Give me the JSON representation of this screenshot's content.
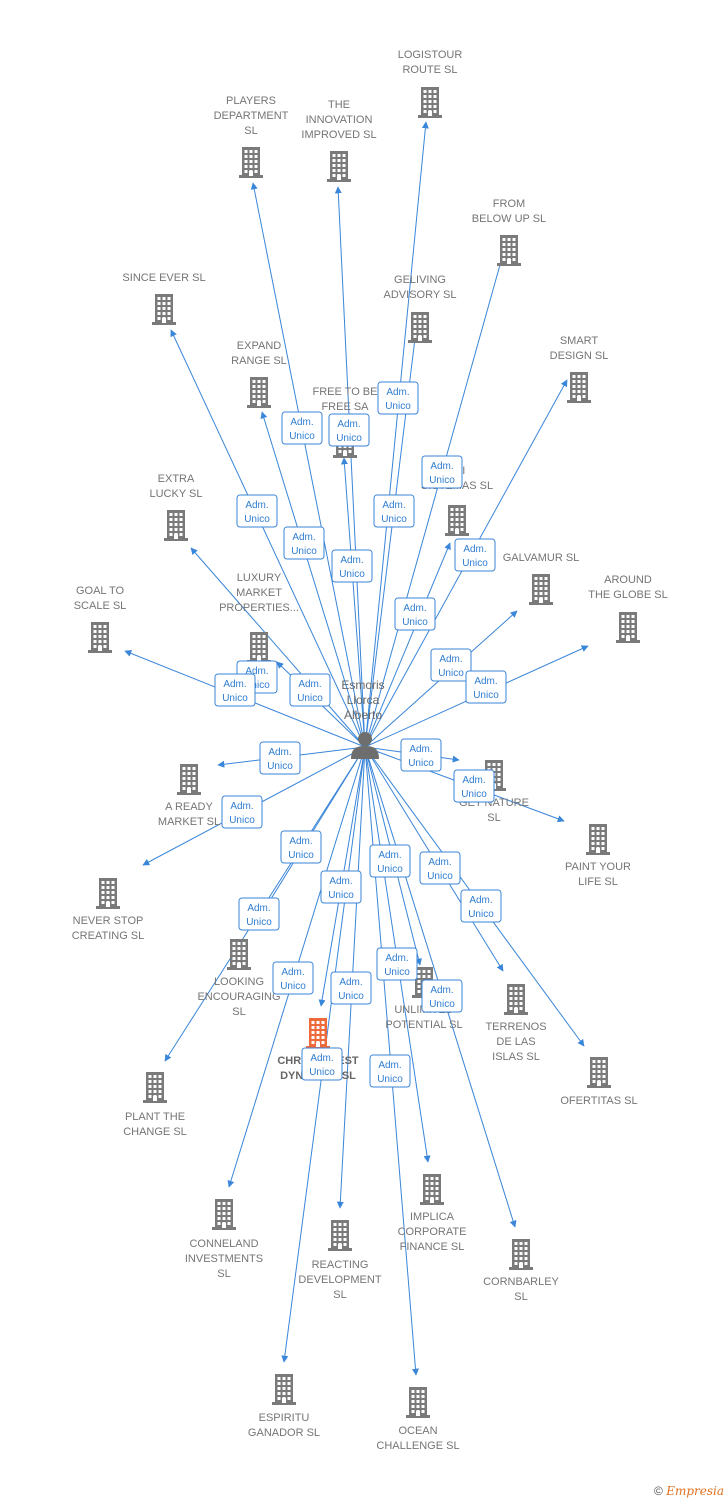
{
  "center": {
    "name": [
      "Esmoris",
      "Llorca",
      "Alberto"
    ],
    "icon": "person-icon"
  },
  "colors": {
    "edge": "#3a86d8",
    "building": "#7a7a7a",
    "highlight": "#ef6a3a",
    "badge_border": "#3a86d8",
    "badge_text": "#2f7dd1"
  },
  "badge": [
    "Adm.",
    "Unico"
  ],
  "companies": [
    {
      "id": "logistour",
      "label": [
        "LOGISTOUR",
        "ROUTE  SL"
      ]
    },
    {
      "id": "players",
      "label": [
        "PLAYERS",
        "DEPARTMENT",
        "SL"
      ]
    },
    {
      "id": "innovation",
      "label": [
        "THE",
        "INNOVATION",
        "IMPROVED  SL"
      ]
    },
    {
      "id": "frombelow",
      "label": [
        "FROM",
        "BELOW UP  SL"
      ]
    },
    {
      "id": "sinceever",
      "label": [
        "SINCE EVER  SL"
      ]
    },
    {
      "id": "geliving",
      "label": [
        "GELIVING",
        "ADVISORY  SL"
      ]
    },
    {
      "id": "smart",
      "label": [
        "SMART",
        "DESIGN  SL"
      ]
    },
    {
      "id": "expand",
      "label": [
        "EXPAND",
        "RANGE  SL"
      ]
    },
    {
      "id": "freetobe",
      "label": [
        "FREE TO BE",
        "FREE SA"
      ]
    },
    {
      "id": "lei",
      "label": [
        "LEI",
        "SISTEMAS  SL"
      ]
    },
    {
      "id": "extra",
      "label": [
        "EXTRA",
        "LUCKY  SL"
      ]
    },
    {
      "id": "galvamur",
      "label": [
        "GALVAMUR  SL"
      ]
    },
    {
      "id": "around",
      "label": [
        "AROUND",
        "THE GLOBE  SL"
      ]
    },
    {
      "id": "luxury",
      "label": [
        "LUXURY",
        "MARKET",
        "PROPERTIES..."
      ]
    },
    {
      "id": "goal",
      "label": [
        "GOAL TO",
        "SCALE  SL"
      ]
    },
    {
      "id": "aready",
      "label": [
        "A READY",
        "MARKET  SL"
      ]
    },
    {
      "id": "getnature",
      "label": [
        "GET NATURE",
        "SL"
      ]
    },
    {
      "id": "paint",
      "label": [
        "PAINT YOUR",
        "LIFE  SL"
      ]
    },
    {
      "id": "neverstop",
      "label": [
        "NEVER STOP",
        "CREATING  SL"
      ]
    },
    {
      "id": "looking",
      "label": [
        "LOOKING",
        "ENCOURAGING",
        "SL"
      ]
    },
    {
      "id": "unlimited",
      "label": [
        "UNLIMITED",
        "POTENTIAL  SL"
      ]
    },
    {
      "id": "terrenos",
      "label": [
        "TERRENOS",
        "DE LAS",
        "ISLAS  SL"
      ]
    },
    {
      "id": "chrono",
      "label": [
        "CHRONO BEST",
        "DYNAMICS  SL"
      ]
    },
    {
      "id": "ofertitas",
      "label": [
        "OFERTITAS  SL"
      ]
    },
    {
      "id": "plant",
      "label": [
        "PLANT THE",
        "CHANGE  SL"
      ]
    },
    {
      "id": "conneland",
      "label": [
        "CONNELAND",
        "INVESTMENTS",
        "SL"
      ]
    },
    {
      "id": "reacting",
      "label": [
        "REACTING",
        "DEVELOPMENT",
        "SL"
      ]
    },
    {
      "id": "implica",
      "label": [
        "IMPLICA",
        "CORPORATE",
        "FINANCE  SL"
      ]
    },
    {
      "id": "cornbarley",
      "label": [
        "CORNBARLEY",
        "SL"
      ]
    },
    {
      "id": "espiritu",
      "label": [
        "ESPIRITU",
        "GANADOR SL"
      ]
    },
    {
      "id": "ocean",
      "label": [
        "OCEAN",
        "CHALLENGE  SL"
      ]
    }
  ],
  "footer": {
    "copyright": "©",
    "brand": "Empresia"
  }
}
